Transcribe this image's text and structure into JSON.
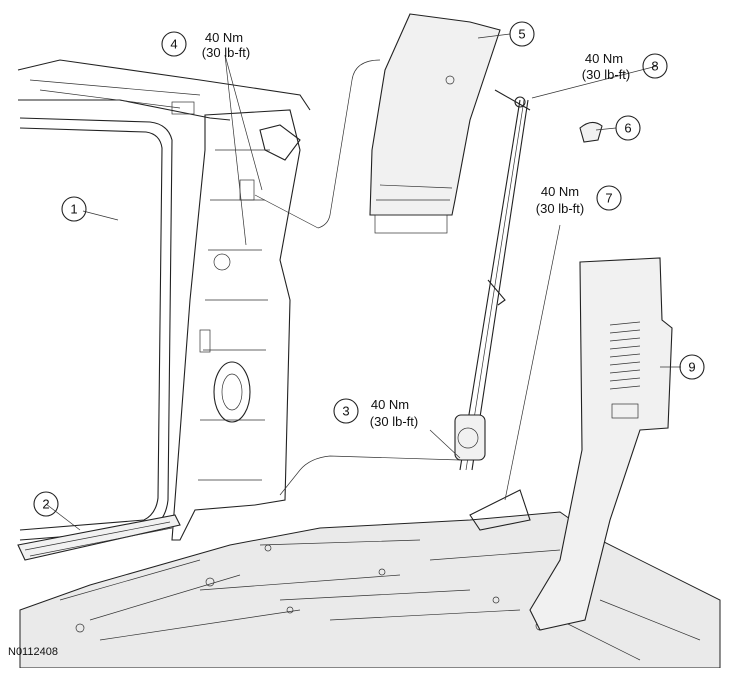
{
  "callouts": [
    {
      "id": "1",
      "label": "1"
    },
    {
      "id": "2",
      "label": "2"
    },
    {
      "id": "3",
      "label": "3"
    },
    {
      "id": "4",
      "label": "4"
    },
    {
      "id": "5",
      "label": "5"
    },
    {
      "id": "6",
      "label": "6"
    },
    {
      "id": "7",
      "label": "7"
    },
    {
      "id": "8",
      "label": "8"
    },
    {
      "id": "9",
      "label": "9"
    }
  ],
  "torque_specs": [
    {
      "for": "3",
      "nm": "40 Nm",
      "lbft": "(30 lb-ft)"
    },
    {
      "for": "4",
      "nm": "40 Nm",
      "lbft": "(30 lb-ft)"
    },
    {
      "for": "7",
      "nm": "40 Nm",
      "lbft": "(30 lb-ft)"
    },
    {
      "for": "8",
      "nm": "40 Nm",
      "lbft": "(30 lb-ft)"
    }
  ],
  "figure_id": "N0112408",
  "colors": {
    "line": "#222222",
    "panel_fill": "#f1f1f1",
    "background": "#ffffff"
  }
}
